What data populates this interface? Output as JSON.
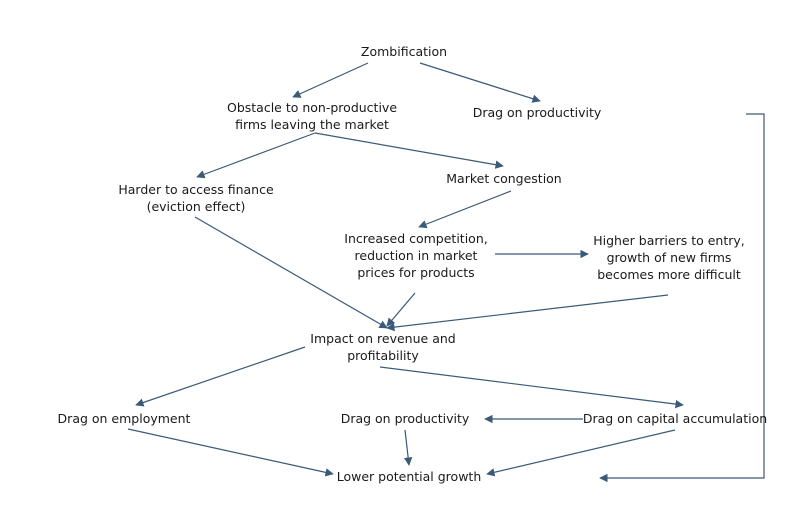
{
  "colors": {
    "arrow": "#3b5a78",
    "text": "#1a1a1a",
    "background": "#ffffff"
  },
  "nodes": {
    "zombification": [
      "Zombification"
    ],
    "obstacle": [
      "Obstacle to non-productive",
      "firms leaving the market"
    ],
    "drag_productivity_top": [
      "Drag on productivity"
    ],
    "harder_finance": [
      "Harder to access finance",
      "(eviction effect)"
    ],
    "market_congestion": [
      "Market congestion"
    ],
    "increased_competition": [
      "Increased competition,",
      "reduction in market",
      "prices for products"
    ],
    "higher_barriers": [
      "Higher barriers to entry,",
      "growth of new firms",
      "becomes more difficult"
    ],
    "impact_revenue": [
      "Impact on revenue and",
      "profitability"
    ],
    "drag_employment": [
      "Drag on employment"
    ],
    "drag_productivity_bottom": [
      "Drag on productivity"
    ],
    "drag_capital": [
      "Drag on capital accumulation"
    ],
    "lower_growth": [
      "Lower potential growth"
    ]
  }
}
